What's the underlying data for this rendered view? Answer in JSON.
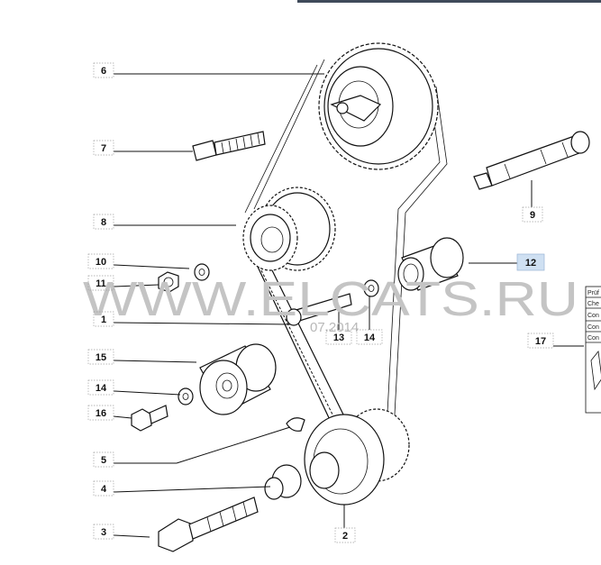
{
  "watermark": {
    "site": "WWW.ELCATS.RU",
    "date": "07.2014"
  },
  "callouts": [
    {
      "id": "6",
      "label": "6",
      "highlight": false
    },
    {
      "id": "7",
      "label": "7",
      "highlight": false
    },
    {
      "id": "8",
      "label": "8",
      "highlight": false
    },
    {
      "id": "9",
      "label": "9",
      "highlight": false
    },
    {
      "id": "10",
      "label": "10",
      "highlight": false
    },
    {
      "id": "11",
      "label": "11",
      "highlight": false
    },
    {
      "id": "12",
      "label": "12",
      "highlight": true
    },
    {
      "id": "1",
      "label": "1",
      "highlight": false
    },
    {
      "id": "13",
      "label": "13",
      "highlight": false
    },
    {
      "id": "14a",
      "label": "14",
      "highlight": false
    },
    {
      "id": "17",
      "label": "17",
      "highlight": false
    },
    {
      "id": "15",
      "label": "15",
      "highlight": false
    },
    {
      "id": "14b",
      "label": "14",
      "highlight": false
    },
    {
      "id": "16",
      "label": "16",
      "highlight": false
    },
    {
      "id": "5",
      "label": "5",
      "highlight": false
    },
    {
      "id": "4",
      "label": "4",
      "highlight": false
    },
    {
      "id": "3",
      "label": "3",
      "highlight": false
    },
    {
      "id": "2",
      "label": "2",
      "highlight": false
    }
  ],
  "info_table": {
    "rows": [
      "Prüf",
      "Che",
      "Con",
      "Con",
      "Con"
    ]
  },
  "colors": {
    "highlight": "#cfe0f2",
    "line": "#111111",
    "watermark": "#c4c4c4"
  }
}
